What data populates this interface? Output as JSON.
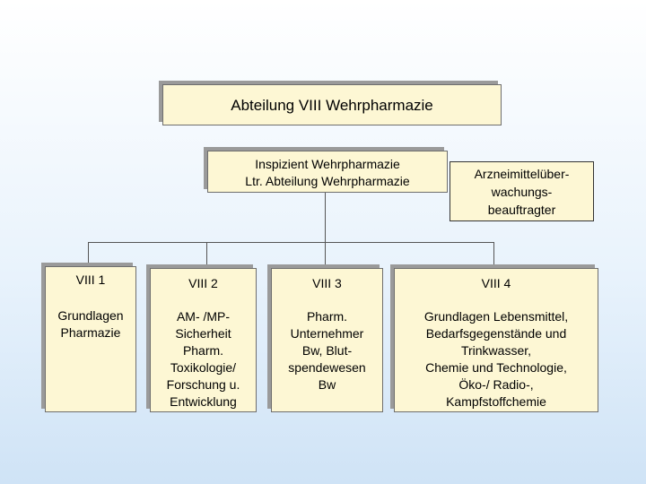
{
  "header": {
    "title": "Abteilung VIII Wehrpharmazie"
  },
  "inspector": {
    "line1": "Inspizient Wehrpharmazie",
    "line2": "Ltr. Abteilung Wehrpharmazie"
  },
  "representative": {
    "label": "Arzneimittelüber-\nwachungs-\nbeauftragter"
  },
  "units": [
    {
      "code": "VIII 1",
      "description": "Grundlagen\nPharmazie"
    },
    {
      "code": "VIII  2",
      "description": "AM- /MP-\nSicherheit\nPharm.\nToxikologie/\nForschung u.\nEntwicklung"
    },
    {
      "code": "VIII  3",
      "description": "Pharm.\nUnternehmer\nBw,  Blut-\nspendewesen\nBw"
    },
    {
      "code": "VIII  4",
      "description": "Grundlagen Lebensmittel,\nBedarfsgegenstände und\nTrinkwasser,\nChemie und Technologie,\nÖko-/ Radio-,\nKampfstoffchemie"
    }
  ]
}
